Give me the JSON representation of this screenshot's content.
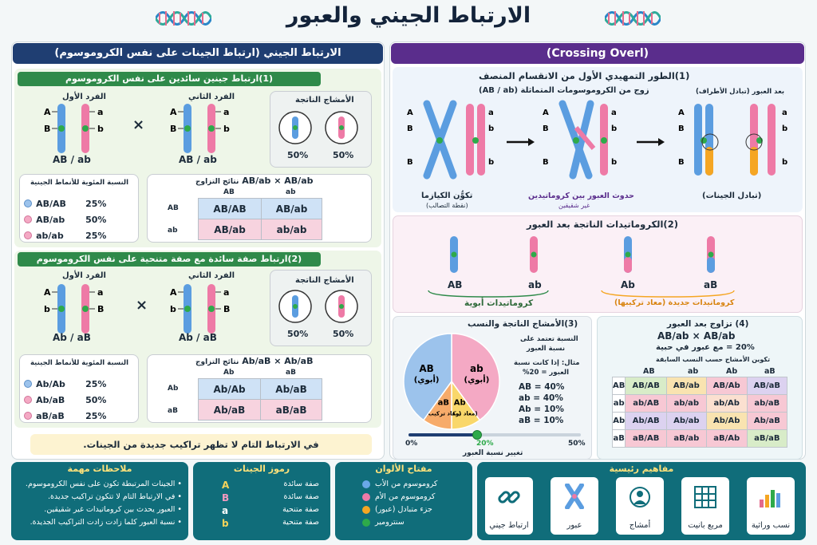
{
  "title": "الارتباط الجيني والعبور",
  "left": {
    "header": "الارتباط الجيني (ارتباط الجينات على نفس الكروموسوم)",
    "s1": {
      "title": "(1)ارتباط جينين سائدين على نفس الكروموسوم",
      "parent1": "الفرد الأول",
      "parent2": "الفرد الثاني",
      "p1_label": "AB / ab",
      "p2_label": "AB / ab",
      "gametes_title": "الأمشاج الناتجة",
      "g1": "50%",
      "g2": "50%",
      "ratio_title": "النسبة المئوية للأنماط الجينية",
      "ratios": [
        {
          "geno": "AB/AB",
          "pct": "25%"
        },
        {
          "geno": "AB/ab",
          "pct": "50%"
        },
        {
          "geno": "ab/ab",
          "pct": "25%"
        }
      ],
      "cross_title": "AB/ab × AB/ab",
      "cross_result": "نتائج التزاوج",
      "cols": [
        "AB",
        "ab"
      ],
      "rows": [
        "AB",
        "ab"
      ],
      "cells": [
        [
          "AB/AB",
          "AB/ab"
        ],
        [
          "AB/ab",
          "ab/ab"
        ]
      ]
    },
    "s2": {
      "title": "(2)ارتباط صفة سائدة مع صفة متنحية على نفس الكروموسوم",
      "parent1": "الفرد الأول",
      "parent2": "الفرد الثاني",
      "p1_label": "Ab / aB",
      "p2_label": "Ab / aB",
      "gametes_title": "الأمشاج الناتجة",
      "g1": "50%",
      "g2": "50%",
      "ratio_title": "النسبة المئوية للأنماط الجينية",
      "ratios": [
        {
          "geno": "Ab/Ab",
          "pct": "25%"
        },
        {
          "geno": "Ab/aB",
          "pct": "50%"
        },
        {
          "geno": "aB/aB",
          "pct": "25%"
        }
      ],
      "cross_title": "Ab/aB × Ab/aB",
      "cross_result": "نتائج التزاوج",
      "cols": [
        "Ab",
        "aB"
      ],
      "rows": [
        "Ab",
        "aB"
      ],
      "cells": [
        [
          "Ab/Ab",
          "Ab/aB"
        ],
        [
          "Ab/aB",
          "aB/aB"
        ]
      ]
    },
    "note": "في الارتباط التام لا تظهر تراكيب جديدة من الجينات."
  },
  "right": {
    "header": "(Crossing Overl)",
    "s1": {
      "title": "(1)الطور التمهيدي الأول من الانقسام المنصف",
      "subtitle": "(AB / ab)  زوج من الكروموسومات المتماثلة",
      "after": "بعد العبور (تبادل الأطراف)",
      "cap1": "تكوُّن الكيازما",
      "cap1b": "(نقطة التصالب)",
      "cap2": "حدوث العبور بين كروماتيدين",
      "cap2b": "غير شقيقين",
      "cap3": "(تبادل الجينات)"
    },
    "s2": {
      "title": "(2)الكروماتيدات الناتجة بعد العبور",
      "labels": [
        "AB",
        "ab",
        "Ab",
        "aB"
      ],
      "parental": "كروماتيدات أبوية",
      "recomb": "كروماتيدات جديدة (معاد تركيبها)"
    },
    "s3": {
      "title": "(3)الأمشاج الناتجة والنسب",
      "pie": [
        {
          "name": "AB",
          "sub": "(أبوي)",
          "value": 40,
          "color": "#9cc3ec"
        },
        {
          "name": "ab",
          "sub": "(أبوي)",
          "value": 40,
          "color": "#f4a9c4"
        },
        {
          "name": "Ab",
          "sub": "(معاد تركيب)",
          "value": 10,
          "color": "#f9d76a"
        },
        {
          "name": "aB",
          "sub": "(معاد تركيب)",
          "value": 10,
          "color": "#f7ab6a"
        }
      ],
      "text1": "النسبة تعتمد على",
      "text2": "نسبة العبور",
      "ex1": "مثال: إذا كانت نسبة",
      "ex2": "العبور = 20%",
      "list": [
        "AB = 40%",
        "ab = 40%",
        "Ab = 10%",
        "aB = 10%"
      ],
      "slider_min": "0%",
      "slider_val": "20%",
      "slider_max": "50%",
      "slider_level": 0.4,
      "slider_label": "تغيير نسبة العبور"
    },
    "s4": {
      "title": "(4) تزاوج بعد العبور",
      "cross": "AB/ab × AB/ab",
      "rate": "20% = مع عبور في حبية",
      "subt": "تكوين الأمشاج حسب النسب السابقة",
      "cols": [
        "AB",
        "ab",
        "Ab",
        "aB"
      ],
      "rows": [
        "AB",
        "ab",
        "Ab",
        "aB"
      ],
      "cells": [
        [
          "AB/AB",
          "AB/ab",
          "AB/Ab",
          "AB/aB"
        ],
        [
          "ab/AB",
          "ab/ab",
          "ab/Ab",
          "ab/aB"
        ],
        [
          "Ab/AB",
          "Ab/ab",
          "Ab/Ab",
          "Ab/aB"
        ],
        [
          "aB/AB",
          "aB/ab",
          "aB/Ab",
          "aB/aB"
        ]
      ]
    }
  },
  "bottom": {
    "notes_title": "ملاحظات مهمة",
    "notes": [
      "• الجينات المرتبطة تكون على نفس الكروموسوم.",
      "• في الارتباط التام لا تتكون تراكيب جديدة.",
      "• العبور يحدث بين كروماتيدات غير شقيقين.",
      "• نسبة العبور كلما زادت زادت التراكيب الجديدة."
    ],
    "symbols_title": "رموز الجينات",
    "symbols": [
      {
        "sym": "A",
        "desc": "صفة سائدة",
        "color": "#f6d35a"
      },
      {
        "sym": "B",
        "desc": "صفة سائدة",
        "color": "#f39ac0"
      },
      {
        "sym": "a",
        "desc": "صفة متنحية",
        "color": "#ffffff"
      },
      {
        "sym": "b",
        "desc": "صفة متنحية",
        "color": "#f6d35a"
      }
    ],
    "colors_title": "مفتاح الألوان",
    "colors": [
      {
        "label": "كروموسوم من الأب",
        "color": "#6aa8e8"
      },
      {
        "label": "كروموسوم من الأم",
        "color": "#ef7aa8"
      },
      {
        "label": "جزء متبادل (عبور)",
        "color": "#f5a623"
      },
      {
        "label": "سنترومير",
        "color": "#2eaa4a"
      }
    ],
    "concepts_title": "مفاهيم رئيسية",
    "concepts": [
      "نسب وراثية",
      "مربع بانيت",
      "أمشاج",
      "عبور",
      "ارتباط جيني"
    ]
  }
}
